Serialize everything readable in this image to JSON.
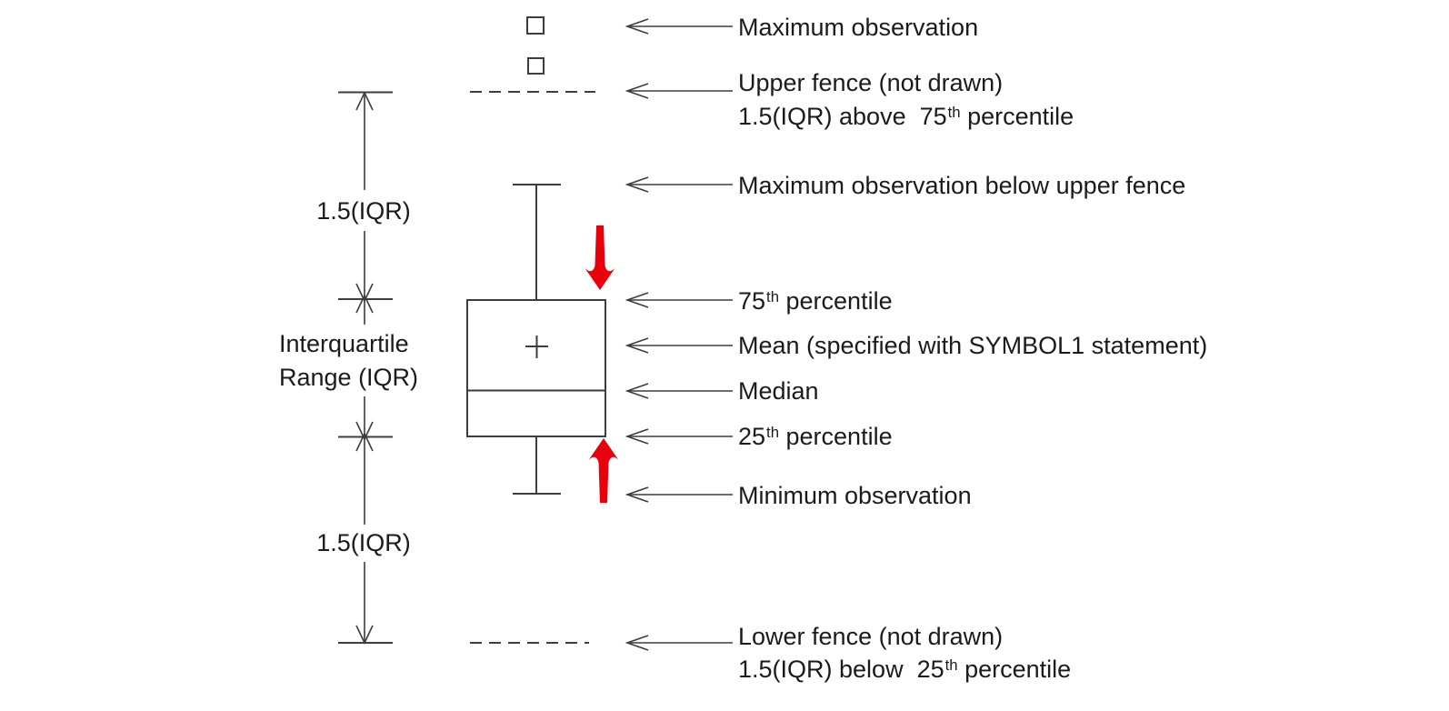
{
  "colors": {
    "background": "#ffffff",
    "line": "#3d3d3d",
    "text": "#1b1b1b",
    "red_accent": "#e8000b"
  },
  "markers": {
    "outlier_marker": "open-square",
    "mean_marker": "plus"
  },
  "left_labels": {
    "iqr15_top": "1.5(IQR)",
    "interquartile_line1": "Interquartile",
    "interquartile_line2": "Range (IQR)",
    "iqr15_bottom": "1.5(IQR)"
  },
  "annotations": {
    "max_obs": {
      "lines": [
        [
          {
            "t": "Maximum observation"
          }
        ]
      ]
    },
    "upper_fence": {
      "lines": [
        [
          {
            "t": "Upper fence (not drawn)"
          }
        ],
        [
          {
            "t": "1.5(IQR) above  75"
          },
          {
            "sup": "th"
          },
          {
            "t": " percentile"
          }
        ]
      ]
    },
    "max_below_fence": {
      "lines": [
        [
          {
            "t": "Maximum observation below upper fence"
          }
        ]
      ]
    },
    "p75": {
      "lines": [
        [
          {
            "t": "75"
          },
          {
            "sup": "th"
          },
          {
            "t": " percentile"
          }
        ]
      ]
    },
    "mean": {
      "lines": [
        [
          {
            "t": "Mean (specified with SYMBOL1 statement)"
          }
        ]
      ]
    },
    "median": {
      "lines": [
        [
          {
            "t": "Median"
          }
        ]
      ]
    },
    "p25": {
      "lines": [
        [
          {
            "t": "25"
          },
          {
            "sup": "th"
          },
          {
            "t": " percentile"
          }
        ]
      ]
    },
    "min_obs": {
      "lines": [
        [
          {
            "t": "Minimum observation"
          }
        ]
      ]
    },
    "lower_fence": {
      "lines": [
        [
          {
            "t": "Lower fence (not drawn)"
          }
        ],
        [
          {
            "t": "1.5(IQR) below  25"
          },
          {
            "sup": "th"
          },
          {
            "t": " percentile"
          }
        ]
      ]
    }
  }
}
